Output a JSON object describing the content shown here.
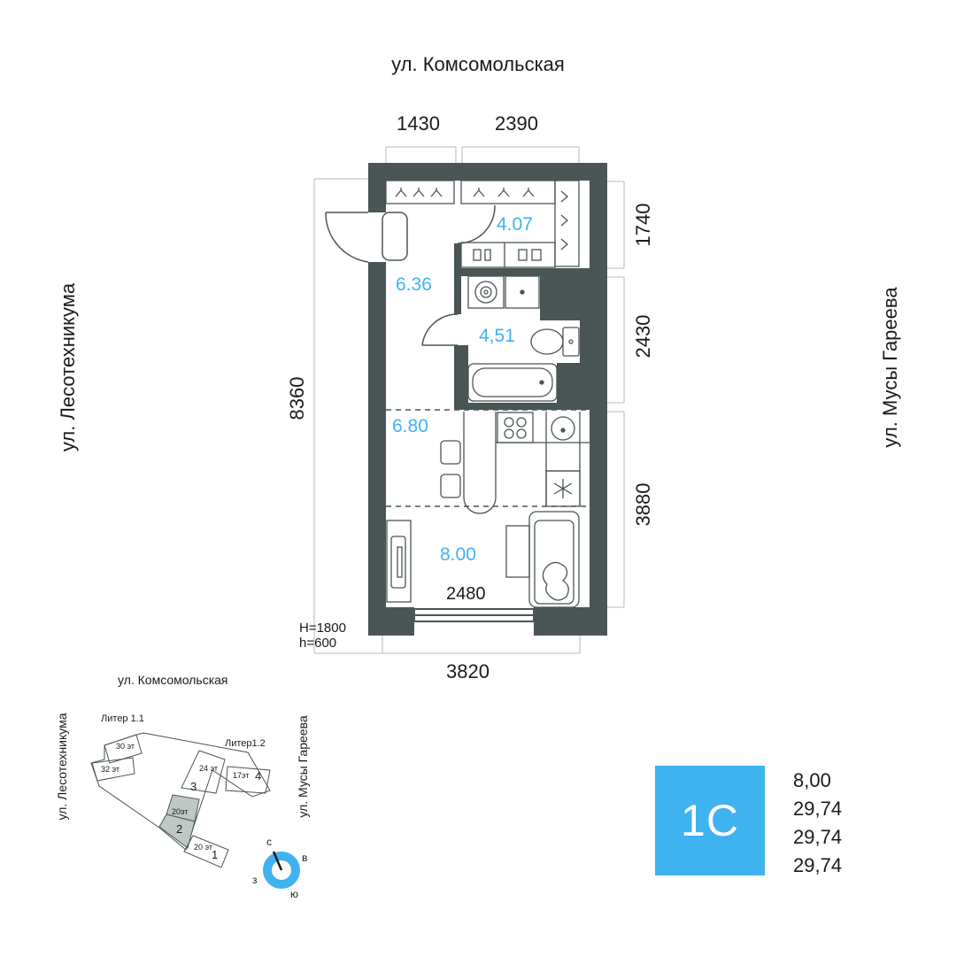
{
  "streets": {
    "top": "ул. Комсомольская",
    "left": "ул. Лесотехникума",
    "right": "ул. Мусы Гареева"
  },
  "dimensions": {
    "top_left": "1430",
    "top_right": "2390",
    "left_total": "8360",
    "right_top": "1740",
    "right_mid": "2430",
    "right_bottom": "3880",
    "bottom_total": "3820",
    "room_width": "2480"
  },
  "window_note": {
    "H": "H=1800",
    "h": "h=600"
  },
  "rooms": {
    "wardrobe": "4.07",
    "hall": "6.36",
    "bathroom": "4,51",
    "kitchen": "6.80",
    "living": "8.00"
  },
  "site_plan": {
    "street_top": "ул. Комсомольская",
    "street_left": "ул. Лесотехникума",
    "street_right": "ул. Мусы Гареева",
    "liter_1_1": "Литер 1.1",
    "liter_1_2": "Литер1.2",
    "floors_30": "30 эт",
    "floors_32": "32 эт",
    "floors_24": "24 эт",
    "floors_17": "17эт",
    "floors_20a": "20эт",
    "floors_20b": "20 эт",
    "section_1": "1",
    "section_2": "2",
    "section_3": "3",
    "section_4": "4"
  },
  "compass": {
    "north": "с",
    "east": "в",
    "south": "ю",
    "west": "з"
  },
  "apartment": {
    "type": "1С",
    "areas": [
      "8,00",
      "29,74",
      "29,74",
      "29,74"
    ]
  },
  "colors": {
    "wall": "#4a5556",
    "accent": "#3fb2f0",
    "highlight": "#bfc8c4"
  },
  "icons": [
    "hanger-icon",
    "stove-icon",
    "sink-icon",
    "toilet-icon",
    "bathtub-icon",
    "washer-icon",
    "fridge-icon",
    "bed-icon",
    "tv-stand-icon",
    "compass-icon"
  ]
}
